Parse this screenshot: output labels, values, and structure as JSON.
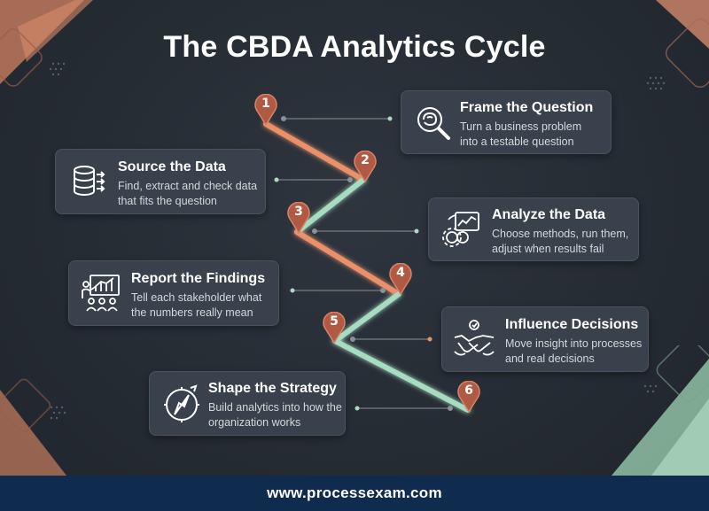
{
  "title": "The CBDA Analytics Cycle",
  "steps": [
    {
      "number": "1",
      "title": "Frame the Question",
      "desc_line1": "Turn a business problem",
      "desc_line2": "into a testable question",
      "icon": "magnifier-brain-icon"
    },
    {
      "number": "2",
      "title": "Source the Data",
      "desc_line1": "Find, extract and check data",
      "desc_line2": "that fits the question",
      "icon": "database-icon"
    },
    {
      "number": "3",
      "title": "Analyze the Data",
      "desc_line1": "Choose methods, run them,",
      "desc_line2": "adjust when results fail",
      "icon": "analytics-gear-icon"
    },
    {
      "number": "4",
      "title": "Report the Findings",
      "desc_line1": "Tell each stakeholder what",
      "desc_line2": "the numbers really mean",
      "icon": "presentation-icon"
    },
    {
      "number": "5",
      "title": "Influence Decisions",
      "desc_line1": "Move insight into processes",
      "desc_line2": "and real decisions",
      "icon": "handshake-icon"
    },
    {
      "number": "6",
      "title": "Shape the Strategy",
      "desc_line1": "Build analytics into how the",
      "desc_line2": "organization works",
      "icon": "compass-icon"
    }
  ],
  "colors": {
    "orange": "#e8916b",
    "green": "#a8dcc0",
    "pin": "#b05a44",
    "footer": "#0f2b4e"
  },
  "footer": {
    "url": "www.processexam.com"
  }
}
